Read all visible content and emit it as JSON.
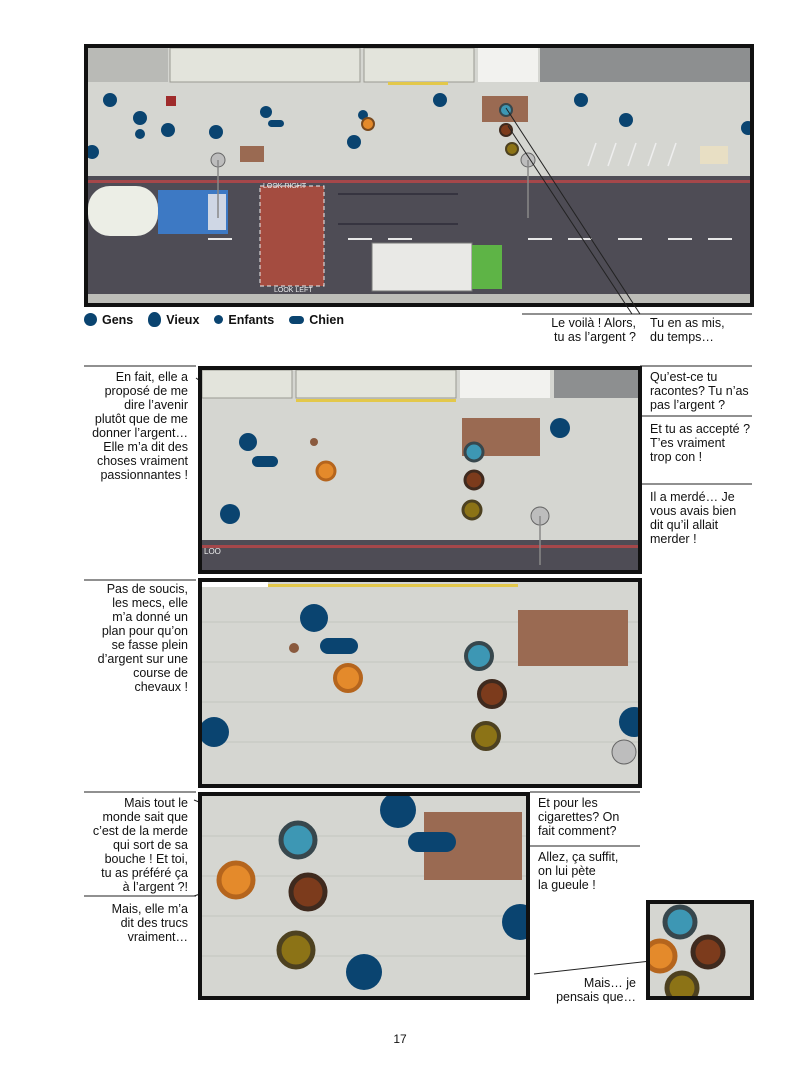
{
  "legend": {
    "people": "Gens",
    "elderly": "Vieux",
    "children": "Enfants",
    "dog": "Chien"
  },
  "panel1": {
    "road_marking_top": "LOOK RIGHT",
    "road_marking_bottom": "LOOK LEFT",
    "caption_left": "Le voilà ! Alors,\ntu as l’argent ?",
    "caption_right": "Tu en as mis,\ndu temps…"
  },
  "panel2": {
    "road_marking": "LOO",
    "caption_left": "En fait, elle a\nproposé de me\ndire l’avenir\nplutôt que de me\ndonner l’argent…\nElle m’a dit des\nchoses vraiment\npassionnantes !",
    "caption_right_1": "Qu’est-ce tu\nracontes? Tu n’as\npas l’argent ?",
    "caption_right_2": "Et tu as accepté ?\nT’es vraiment\ntrop con !",
    "caption_right_3": "Il a merdé… Je\nvous avais bien\ndit qu’il allait\nmerder !"
  },
  "panel3": {
    "caption_left": "Pas de soucis,\nles mecs, elle\nm’a donné un\nplan pour qu’on\nse fasse plein\nd’argent sur une\ncourse de\nchevaux !"
  },
  "panel4": {
    "caption_left_1": "Mais tout le\nmonde sait que\nc’est de la merde\nqui sort de sa\nbouche ! Et toi,\ntu as préféré ça\nà l’argent ?!",
    "caption_left_2": "Mais, elle m’a\ndit des trucs\nvraiment…",
    "caption_right_1": "Et pour les\ncigarettes? On\nfait comment?",
    "caption_right_2": "Allez, ça suffit,\non lui pète\nla gueule !"
  },
  "panel5": {
    "caption_left": "Mais… je\npensais que…"
  },
  "page_number": "17",
  "colors": {
    "people": "#0a4470",
    "teal": "#3d97b4",
    "brown": "#7c3b1c",
    "olive": "#8c7316",
    "orange": "#e48a2b",
    "road": "#4e4c55",
    "sidewalk": "#d5d6d1"
  }
}
